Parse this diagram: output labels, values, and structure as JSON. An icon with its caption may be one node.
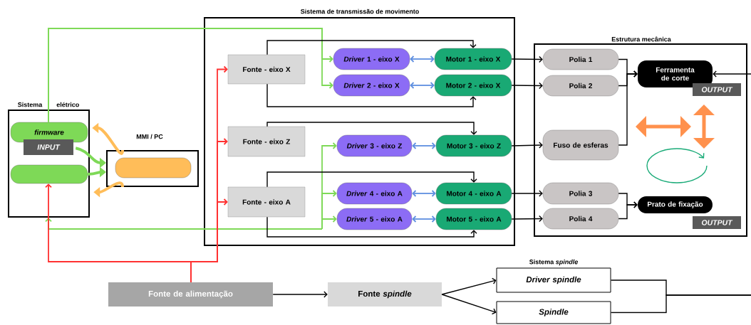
{
  "diagram": {
    "nodes": [
      {
        "text": [
          "Sistema elétrico"
        ]
      },
      {
        "text": [
          "firmware"
        ],
        "in": 0,
        "beside": [
          "INPUT"
        ]
      },
      {
        "text": [],
        "shape": "box",
        "in": 0
      },
      {
        "text": [
          "MMI / PC"
        ]
      },
      {
        "text": [],
        "shape": "box",
        "in": 3
      },
      {
        "text": [
          "Sistema de transmissão de movimento"
        ]
      },
      {
        "text": [
          "Fonte - eixo X"
        ],
        "in": 5
      },
      {
        "text": [
          "Fonte - eixo Z"
        ],
        "in": 5
      },
      {
        "text": [
          "Fonte - eixo A"
        ],
        "in": 5
      },
      {
        "text": [
          "*Driver* 1 - eixo X"
        ],
        "in": 5
      },
      {
        "text": [
          "*Driver* 2 - eixo X"
        ],
        "in": 5
      },
      {
        "text": [
          "*Driver* 3 - eixo Z"
        ],
        "in": 5
      },
      {
        "text": [
          "*Driver* 4 - eixo A"
        ],
        "in": 5
      },
      {
        "text": [
          "*Driver* 5 - eixo A"
        ],
        "in": 5
      },
      {
        "text": [
          "Motor 1 - eixo X"
        ],
        "in": 5
      },
      {
        "text": [
          "Motor 2 - eixo X"
        ],
        "in": 5
      },
      {
        "text": [
          "Motor 3 - eixo Z"
        ],
        "in": 5
      },
      {
        "text": [
          "Motor 4 - eixo A"
        ],
        "in": 5
      },
      {
        "text": [
          "Motor 5 - eixo A"
        ],
        "in": 5
      },
      {
        "text": [
          "Estrutura mecânica"
        ]
      },
      {
        "text": [
          "Polia 1"
        ],
        "in": 19
      },
      {
        "text": [
          "Polia 2"
        ],
        "in": 19
      },
      {
        "text": [
          "Fuso de esferas"
        ],
        "in": 19
      },
      {
        "text": [
          "Polia 3"
        ],
        "in": 19
      },
      {
        "text": [
          "Polia 4"
        ],
        "in": 19
      },
      {
        "text": [
          "Ferramenta de corte",
          "OUTPUT"
        ],
        "in": 19
      },
      {
        "text": [
          "Prato de fixação",
          "OUTPUT"
        ],
        "in": 19
      },
      {
        "text": [
          "Fonte de alimentação"
        ]
      },
      {
        "text": [
          "Fonte *spindle*"
        ]
      },
      {
        "text": [
          "Driver spindle"
        ],
        "beside": [
          "Sistema *spindle*"
        ]
      },
      {
        "text": [
          "Spindle"
        ]
      }
    ],
    "edges": [
      {
        "from": 1,
        "to": 9,
        "arrow": "to",
        "color": "#7ed957"
      },
      {
        "from": 1,
        "to": 10,
        "arrow": "to",
        "color": "#7ed957"
      },
      {
        "from": 0,
        "to": 11,
        "arrow": "both",
        "color": "#7ed957"
      },
      {
        "from": 0,
        "to": 12,
        "arrow": "both",
        "color": "#7ed957"
      },
      {
        "from": 0,
        "to": 13,
        "arrow": "both",
        "color": "#7ed957"
      },
      {
        "from": 1,
        "to": 3,
        "arrow": "to",
        "style": "thick",
        "color": "#7ed957"
      },
      {
        "from": 2,
        "to": 3,
        "arrow": "to",
        "style": "thick",
        "color": "#7ed957"
      },
      {
        "from": 3,
        "to": 1,
        "arrow": "to",
        "style": "thick",
        "color": "#ffbd59"
      },
      {
        "from": 3,
        "to": 2,
        "arrow": "to",
        "style": "thick",
        "color": "#ffbd59"
      },
      {
        "from": 27,
        "to": 2,
        "arrow": "to",
        "color": "#ff3131"
      },
      {
        "from": 27,
        "to": 6,
        "arrow": "to",
        "color": "#ff3131"
      },
      {
        "from": 27,
        "to": 7,
        "arrow": "to",
        "color": "#ff3131"
      },
      {
        "from": 27,
        "to": 8,
        "arrow": "to",
        "color": "#ff3131"
      },
      {
        "from": 6,
        "to": 14,
        "arrow": "to"
      },
      {
        "from": 6,
        "to": 15,
        "arrow": "to"
      },
      {
        "from": 7,
        "to": 16,
        "arrow": "to"
      },
      {
        "from": 8,
        "to": 17,
        "arrow": "to"
      },
      {
        "from": 8,
        "to": 18,
        "arrow": "to"
      },
      {
        "from": 9,
        "to": 14,
        "arrow": "both",
        "color": "#5e8fe0"
      },
      {
        "from": 10,
        "to": 15,
        "arrow": "both",
        "color": "#5e8fe0"
      },
      {
        "from": 11,
        "to": 16,
        "arrow": "both",
        "color": "#5e8fe0"
      },
      {
        "from": 12,
        "to": 17,
        "arrow": "both",
        "color": "#5e8fe0"
      },
      {
        "from": 13,
        "to": 18,
        "arrow": "both",
        "color": "#5e8fe0"
      },
      {
        "from": 14,
        "to": 20,
        "arrow": "to"
      },
      {
        "from": 15,
        "to": 21,
        "arrow": "to"
      },
      {
        "from": 16,
        "to": 22,
        "arrow": "to"
      },
      {
        "from": 17,
        "to": 23,
        "arrow": "to"
      },
      {
        "from": 18,
        "to": 24,
        "arrow": "to"
      },
      {
        "from": 20,
        "to": 25,
        "arrow": "to"
      },
      {
        "from": 21,
        "to": 25,
        "arrow": "to"
      },
      {
        "from": 22,
        "to": 25,
        "arrow": "to"
      },
      {
        "from": 23,
        "to": 26,
        "arrow": "to"
      },
      {
        "from": 24,
        "to": 26,
        "arrow": "to"
      },
      {
        "from": 27,
        "to": 28,
        "arrow": "to"
      },
      {
        "from": 28,
        "to": 29,
        "arrow": "to"
      },
      {
        "from": 28,
        "to": 30,
        "arrow": "to"
      },
      {
        "from": 29,
        "to": null,
        "arrow": "none"
      },
      {
        "from": 30,
        "to": null,
        "arrow": "none"
      },
      {
        "from": null,
        "to": 25,
        "arrow": "to"
      }
    ]
  }
}
